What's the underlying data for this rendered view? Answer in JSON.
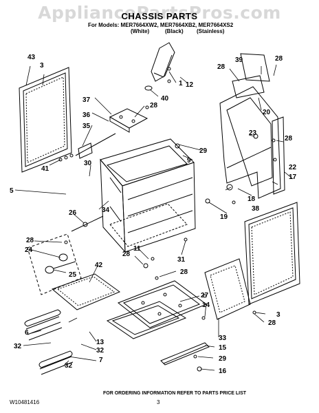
{
  "watermark": "AppliancePartsPros.com",
  "title": "CHASSIS PARTS",
  "models": "For Models: MER7664XW2, MER7664XB2, MER7664XS2",
  "finishes": [
    "(White)",
    "(Black)",
    "(Stainless)"
  ],
  "footer": {
    "doc_number": "W10481416",
    "page": "3",
    "note": "FOR ORDERING INFORMATION REFER TO PARTS PRICE LIST"
  },
  "callouts": [
    "43",
    "3",
    "1",
    "12",
    "40",
    "39",
    "28",
    "28",
    "20",
    "37",
    "36",
    "35",
    "28",
    "41",
    "30",
    "23",
    "29",
    "9",
    "28",
    "22",
    "17",
    "5",
    "34",
    "18",
    "38",
    "19",
    "26",
    "28",
    "24",
    "25",
    "11",
    "28",
    "31",
    "28",
    "42",
    "27",
    "14",
    "3",
    "28",
    "6",
    "7",
    "13",
    "32",
    "32",
    "33",
    "15",
    "29",
    "16",
    "32"
  ]
}
